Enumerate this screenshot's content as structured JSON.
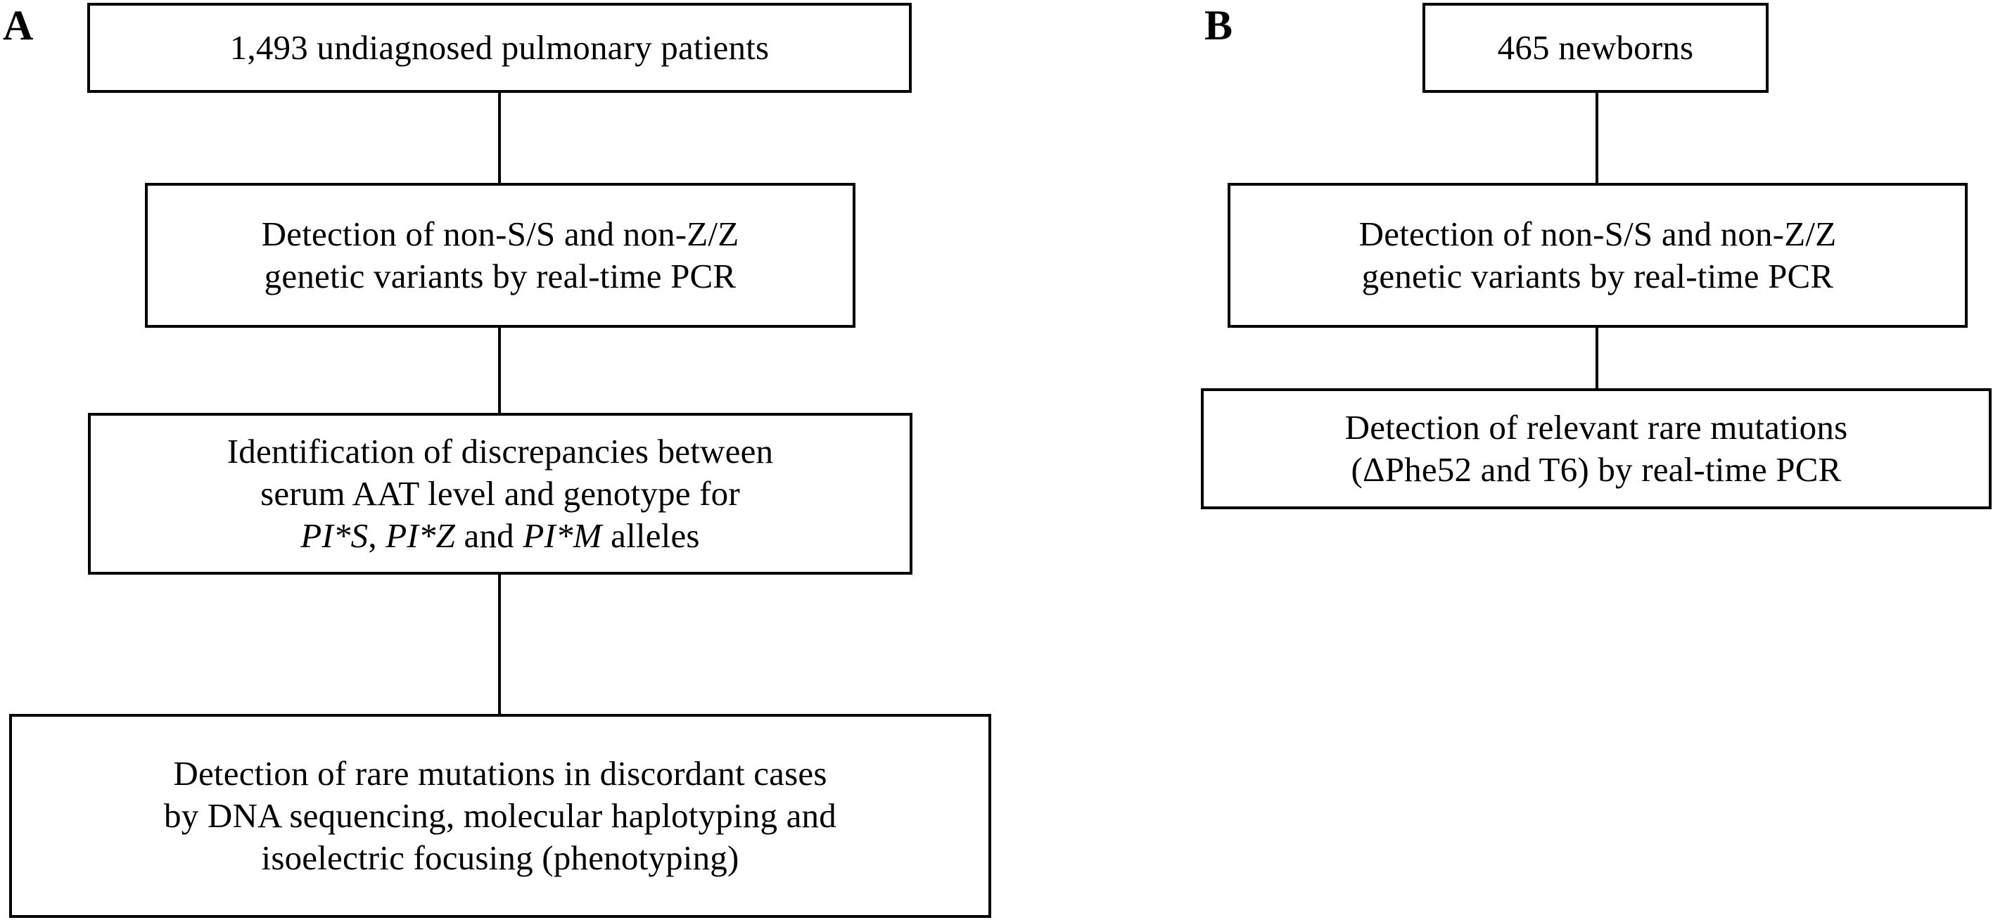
{
  "figure": {
    "type": "flowchart",
    "background": "#ffffff",
    "line_color": "#000000",
    "text_color": "#000000",
    "panels": [
      {
        "id": "A",
        "label": "A",
        "boxes": [
          {
            "id": "a1",
            "name": "cohort-box",
            "text": "1,493 undiagnosed pulmonary patients",
            "lines": [
              "1,493 undiagnosed pulmonary patients"
            ]
          },
          {
            "id": "a2",
            "name": "detection-variants-box",
            "text": "Detection of non-S/S and non-Z/Z\ngenetic variants by real-time PCR",
            "lines": [
              "Detection of non-S/S and non-Z/Z",
              "genetic variants by real-time PCR"
            ]
          },
          {
            "id": "a3",
            "name": "identification-discrepancies-box",
            "text": "Identification of discrepancies between\nserum AAT level and genotype for\nPI*S, PI*Z and PI*M alleles",
            "lines": [
              "Identification of discrepancies between",
              "serum AAT level and genotype for",
              "PI*S, PI*Z and PI*M alleles"
            ],
            "italic_terms": [
              "PI*S",
              "PI*Z",
              "PI*M"
            ]
          },
          {
            "id": "a4",
            "name": "rare-mutation-detection-box",
            "text": "Detection of rare mutations in discordant cases\nby DNA sequencing, molecular haplotyping and\nisoelectric focusing (phenotyping)",
            "lines": [
              "Detection of rare mutations in discordant cases",
              "by DNA sequencing, molecular haplotyping and",
              "isoelectric focusing (phenotyping)"
            ]
          }
        ],
        "connectors": [
          "a1-to-a2",
          "a2-to-a3",
          "a3-to-a4"
        ]
      },
      {
        "id": "B",
        "label": "B",
        "boxes": [
          {
            "id": "b1",
            "name": "newborn-cohort-box",
            "text": "465 newborns",
            "lines": [
              "465 newborns"
            ]
          },
          {
            "id": "b2",
            "name": "detection-variants-box",
            "text": "Detection of non-S/S and non-Z/Z\ngenetic variants by real-time PCR",
            "lines": [
              "Detection of non-S/S and non-Z/Z",
              "genetic variants by real-time PCR"
            ]
          },
          {
            "id": "b3",
            "name": "relevant-rare-mutations-box",
            "text": "Detection of relevant rare mutations\n(ΔPhe52 and T6) by real-time PCR",
            "lines": [
              "Detection of relevant rare mutations",
              "(ΔPhe52 and T6) by real-time PCR"
            ]
          }
        ],
        "connectors": [
          "b1-to-b2",
          "b2-to-b3"
        ]
      }
    ]
  }
}
